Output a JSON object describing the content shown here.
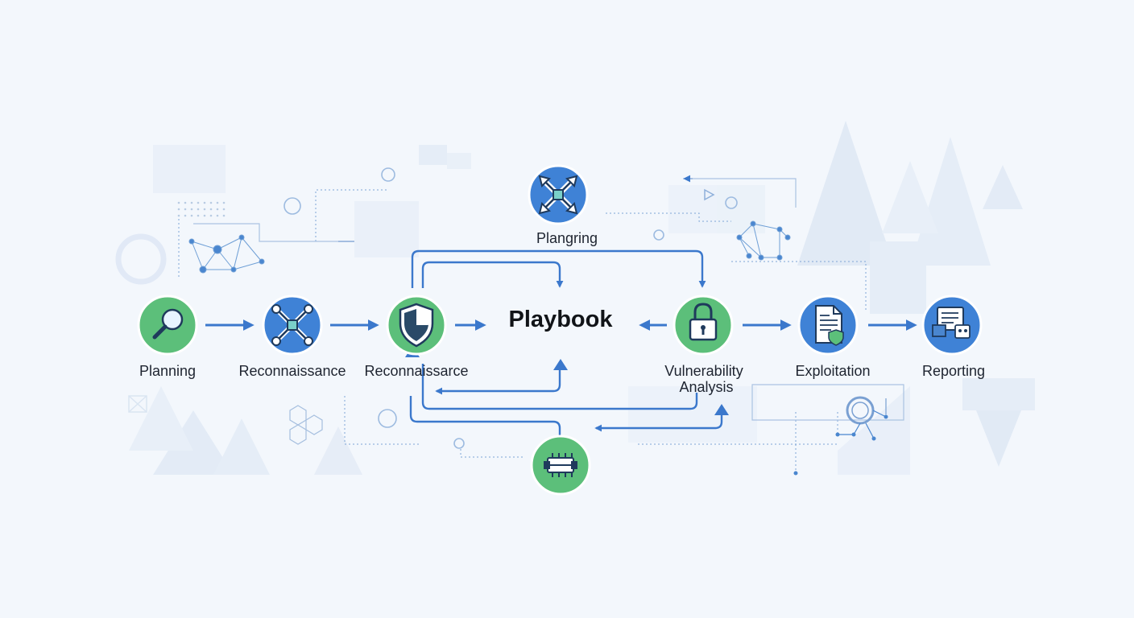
{
  "center": {
    "title": "Playbook"
  },
  "nodes": [
    {
      "id": "planning",
      "label": "Planning",
      "icon": "magnifier-icon",
      "color": "#5cbf7a"
    },
    {
      "id": "recon-1",
      "label": "Reconnaissance",
      "icon": "wrench-cross-icon",
      "color": "#3f82d6"
    },
    {
      "id": "recon-2",
      "label": "Reconnaissarce",
      "icon": "shield-icon",
      "color": "#5cbf7a"
    },
    {
      "id": "vuln",
      "label": "Vulnerability",
      "label2": "Analysis",
      "icon": "padlock-icon",
      "color": "#5cbf7a"
    },
    {
      "id": "exploit",
      "label": "Exploitation",
      "icon": "document-shield-icon",
      "color": "#3f82d6"
    },
    {
      "id": "report",
      "label": "Reporting",
      "icon": "report-screen-icon",
      "color": "#3f82d6"
    },
    {
      "id": "plangring",
      "label": "Plangring",
      "icon": "crossed-tools-icon",
      "color": "#3f82d6"
    },
    {
      "id": "bottom",
      "label": "",
      "icon": "circuit-icon",
      "color": "#5cbf7a"
    }
  ],
  "colors": {
    "arrow": "#3b78cc",
    "background": "#f3f7fc",
    "decor": "#c9d9ec"
  }
}
